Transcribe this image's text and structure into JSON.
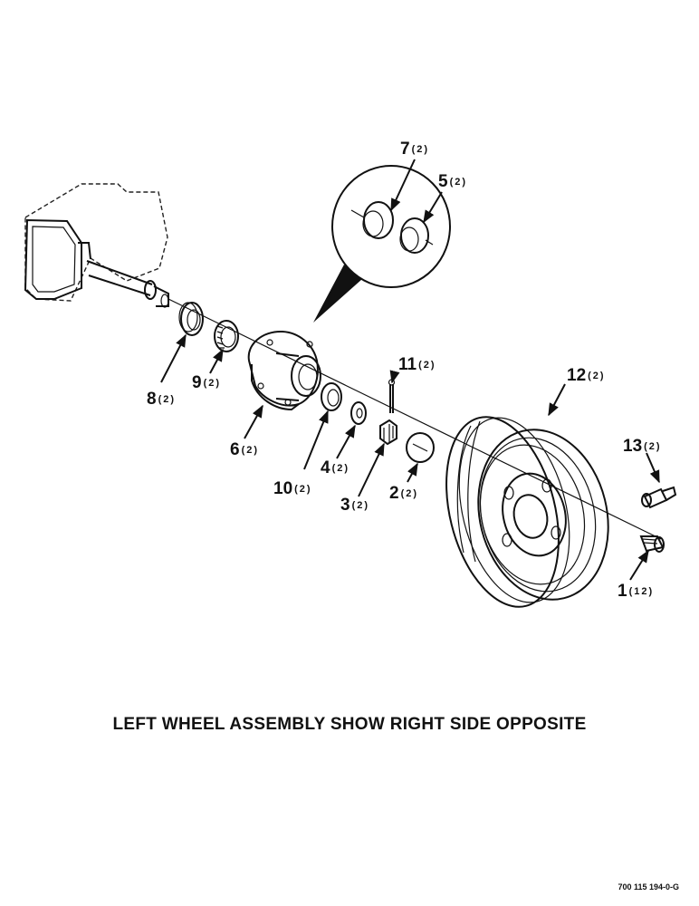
{
  "caption": "LEFT WHEEL ASSEMBLY SHOW RIGHT SIDE OPPOSITE",
  "figure_number": "700 115 194-0-G",
  "callouts": [
    {
      "id": "7",
      "num": "7",
      "qty": "(2)"
    },
    {
      "id": "5",
      "num": "5",
      "qty": "(2)"
    },
    {
      "id": "11",
      "num": "11",
      "qty": "(2)"
    },
    {
      "id": "12",
      "num": "12",
      "qty": "(2)"
    },
    {
      "id": "8",
      "num": "8",
      "qty": "(2)"
    },
    {
      "id": "9",
      "num": "9",
      "qty": "(2)"
    },
    {
      "id": "6",
      "num": "6",
      "qty": "(2)"
    },
    {
      "id": "10",
      "num": "10",
      "qty": "(2)"
    },
    {
      "id": "4",
      "num": "4",
      "qty": "(2)"
    },
    {
      "id": "3",
      "num": "3",
      "qty": "(2)"
    },
    {
      "id": "2",
      "num": "2",
      "qty": "(2)"
    },
    {
      "id": "13",
      "num": "13",
      "qty": "(2)"
    },
    {
      "id": "1",
      "num": "1",
      "qty": "(12)"
    }
  ]
}
